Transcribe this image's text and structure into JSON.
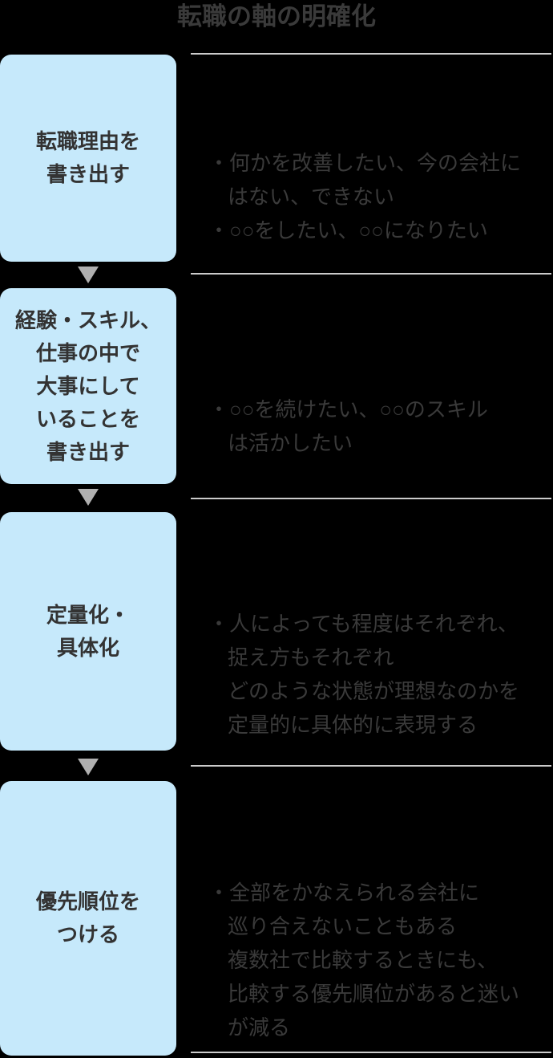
{
  "title": "転職の軸の明確化",
  "colors": {
    "background": "#000000",
    "box_fill": "#c6e9fb",
    "box_text": "#333333",
    "body_text": "#3a3a3a",
    "arrow": "#b0b0b0",
    "divider": "#cbcbcb"
  },
  "steps": [
    {
      "box_lines": [
        "転職理由を",
        "書き出す"
      ],
      "note_lines": [
        "・何かを改善したい、今の会社に",
        "はない、できない",
        "・○○をしたい、○○になりたい"
      ]
    },
    {
      "box_lines": [
        "経験・スキル、",
        "仕事の中で",
        "大事にして",
        "いることを",
        "書き出す"
      ],
      "note_lines": [
        "・○○を続けたい、○○のスキル",
        "は活かしたい"
      ]
    },
    {
      "box_lines": [
        "定量化・",
        "具体化"
      ],
      "note_lines": [
        "・人によっても程度はそれぞれ、",
        "捉え方もそれぞれ",
        "どのような状態が理想なのかを",
        "定量的に具体的に表現する"
      ]
    },
    {
      "box_lines": [
        "優先順位を",
        "つける"
      ],
      "note_lines": [
        "・全部をかなえられる会社に",
        "巡り合えないこともある",
        "複数社で比較するときにも、",
        "比較する優先順位があると迷い",
        "が減る"
      ]
    }
  ]
}
